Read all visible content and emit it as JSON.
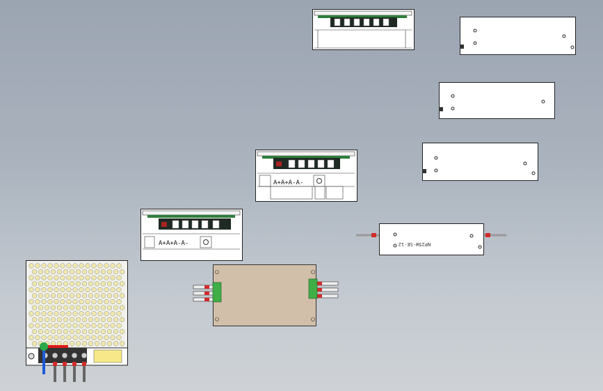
{
  "terminal_markings": {
    "front_view_mid": "A+A+A-A-",
    "front_view_low": "A+A+A-A-"
  },
  "module_label": "NP25W-SE-12",
  "colors": {
    "background_top": "#9ba4b1",
    "background_bottom": "#ced2d6",
    "part_body": "#ffffff",
    "terminal_block": "#1f2a24",
    "module_housing": "#d2bfa9",
    "connector_green": "#3fae47",
    "wire_red": "#d12b2b",
    "triad_x": "#e01a1a",
    "triad_y": "#1c5bd6",
    "triad_z": "#2aa84a"
  },
  "icons": {
    "reference_triad": "xyz-axis-triad",
    "mounting_hole": "circle-hole"
  }
}
